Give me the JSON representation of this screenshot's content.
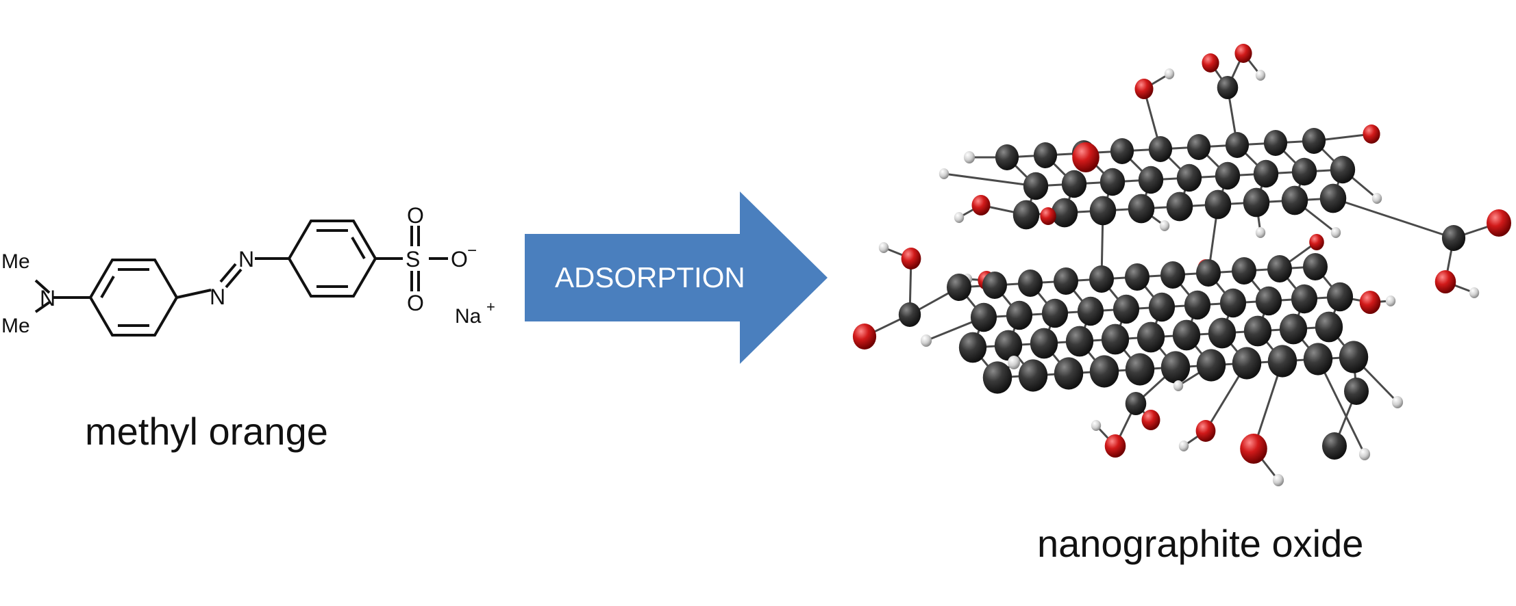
{
  "molecule": {
    "name": "methyl orange",
    "methyl_1": "Me",
    "methyl_2": "Me",
    "amine_n": "N",
    "azo_n1": "N",
    "azo_n2": "N",
    "sulfur": "S",
    "oxygen_top": "O",
    "oxygen_bottom": "O",
    "oxygen_anion": "O",
    "anion_charge": "−",
    "counterion": "Na",
    "counterion_charge": "+"
  },
  "arrow": {
    "label": "ADSORPTION",
    "color": "#4a7fbe",
    "text_color": "#ffffff"
  },
  "material": {
    "name": "nanographite oxide",
    "carbon_color": "#3a3a3a",
    "oxygen_color": "#d11a1a",
    "hydrogen_color": "#d9d9d9"
  }
}
